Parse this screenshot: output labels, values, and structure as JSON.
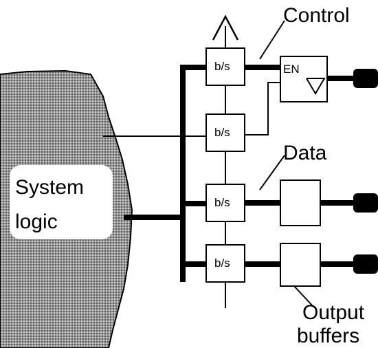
{
  "diagram": {
    "system_block": {
      "line1": "System",
      "line2": "logic"
    },
    "cells": [
      "b/s",
      "b/s",
      "b/s",
      "b/s"
    ],
    "enable_label": "EN",
    "labels": {
      "control": "Control",
      "data": "Data",
      "output_line1": "Output",
      "output_line2": "buffers"
    },
    "colors": {
      "ink": "#000000",
      "paper": "#ffffff",
      "hatch": "#8c8c8c"
    }
  }
}
